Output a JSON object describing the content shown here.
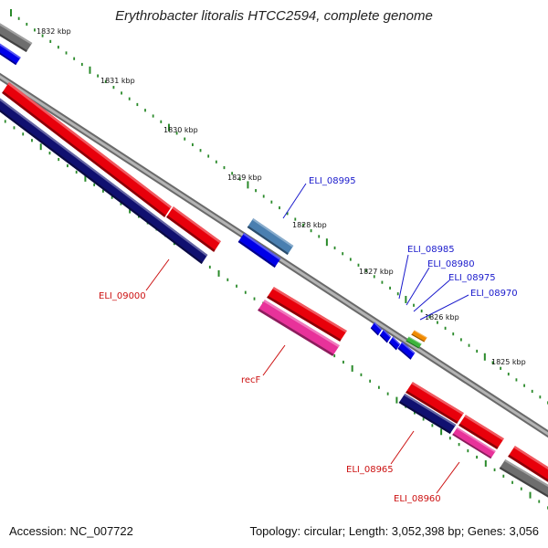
{
  "title": "Erythrobacter litoralis HTCC2594, complete genome",
  "accession": "Accession: NC_007722",
  "summary": "Topology: circular; Length: 3,052,398 bp; Genes: 3,056",
  "scale": [
    {
      "label": "1832 kbp"
    },
    {
      "label": "1831 kbp"
    },
    {
      "label": "1830 kbp"
    },
    {
      "label": "1829 kbp"
    },
    {
      "label": "1828 kbp"
    },
    {
      "label": "1827 kbp"
    },
    {
      "label": "1826 kbp"
    },
    {
      "label": "1825 kbp"
    }
  ],
  "gene_labels": [
    {
      "text": "ELI_08995",
      "color": "#1a1acc"
    },
    {
      "text": "ELI_08985",
      "color": "#1a1acc"
    },
    {
      "text": "ELI_08980",
      "color": "#1a1acc"
    },
    {
      "text": "ELI_08975",
      "color": "#1a1acc"
    },
    {
      "text": "ELI_08970",
      "color": "#1a1acc"
    },
    {
      "text": "ELI_09000",
      "color": "#cc1111"
    },
    {
      "text": "recF",
      "color": "#cc1111"
    },
    {
      "text": "ELI_08965",
      "color": "#cc1111"
    },
    {
      "text": "ELI_08960",
      "color": "#cc1111"
    }
  ],
  "colors": {
    "backbone": "#8a8a8a",
    "tick": "#2a8a2a",
    "forward_cds": "#e8000b",
    "reverse_cds": "#0000e8",
    "navy": "#101070",
    "pink": "#e8329a",
    "gray": "#6e6e6e",
    "steel": "#4a7fb0",
    "orange": "#f08a00",
    "green": "#3cb43c",
    "purple": "#6a0aa8"
  }
}
